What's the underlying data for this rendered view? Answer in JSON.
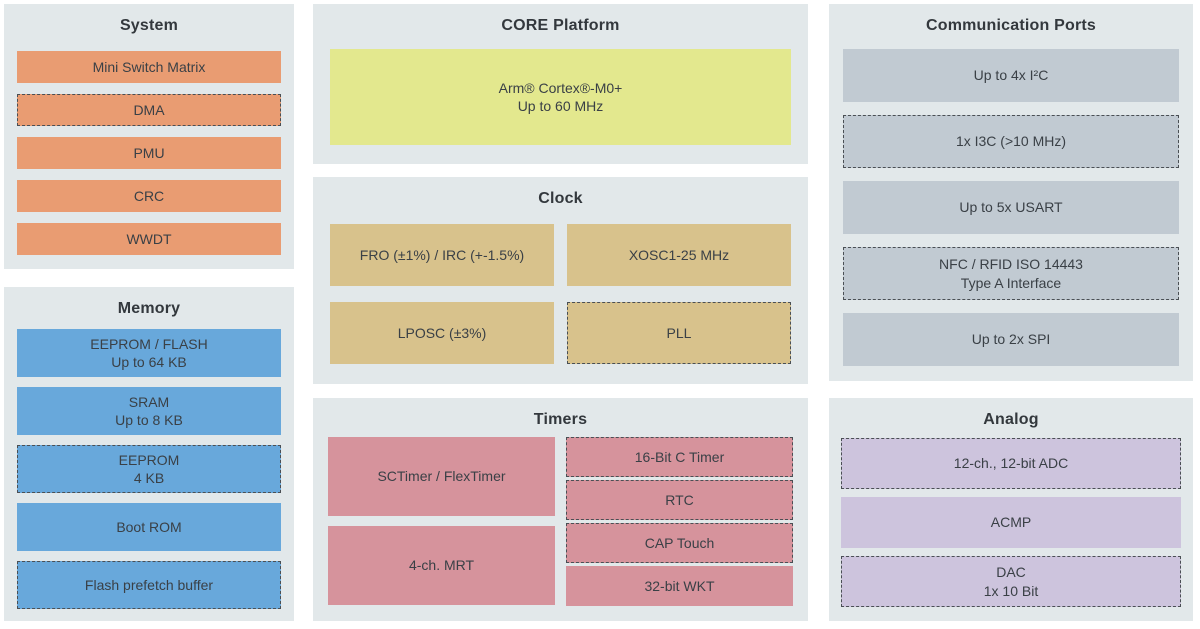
{
  "colors": {
    "page_background": "#FFFFFF",
    "panel_background": "#E2E8EA",
    "dashed_border": "#4A4F54",
    "title_text": "#33383D",
    "block_text": "#3A4046",
    "system_blocks": "#E99C72",
    "memory_blocks": "#68A8DB",
    "core_blocks": "#E3E88E",
    "clock_blocks": "#D8C28C",
    "timers_blocks": "#D6939C",
    "comm_blocks": "#C1CAD2",
    "analog_blocks": "#CDC4DD"
  },
  "diagram": {
    "panels": [
      {
        "id": "system",
        "title": "System",
        "block_color": "#E99C72",
        "blocks": [
          {
            "label": "Mini Switch Matrix",
            "style": "solid"
          },
          {
            "label": "DMA",
            "style": "dashed"
          },
          {
            "label": "PMU",
            "style": "solid"
          },
          {
            "label": "CRC",
            "style": "solid"
          },
          {
            "label": "WWDT",
            "style": "solid"
          }
        ]
      },
      {
        "id": "memory",
        "title": "Memory",
        "block_color": "#68A8DB",
        "blocks": [
          {
            "label": "EEPROM / FLASH\nUp to 64 KB",
            "style": "solid"
          },
          {
            "label": "SRAM\nUp to 8 KB",
            "style": "solid"
          },
          {
            "label": "EEPROM\n4 KB",
            "style": "dashed"
          },
          {
            "label": "Boot ROM",
            "style": "solid"
          },
          {
            "label": "Flash prefetch buffer",
            "style": "dashed"
          }
        ]
      },
      {
        "id": "core",
        "title": "CORE Platform",
        "block_color": "#E3E88E",
        "blocks": [
          {
            "label": "Arm® Cortex®-M0+\nUp to 60 MHz",
            "style": "solid"
          }
        ]
      },
      {
        "id": "clock",
        "title": "Clock",
        "block_color": "#D8C28C",
        "blocks": [
          {
            "label": "FRO (±1%) / IRC (+-1.5%)",
            "style": "solid"
          },
          {
            "label": "XOSC1-25 MHz",
            "style": "solid"
          },
          {
            "label": "LPOSC (±3%)",
            "style": "solid"
          },
          {
            "label": "PLL",
            "style": "dashed"
          }
        ]
      },
      {
        "id": "timers",
        "title": "Timers",
        "block_color": "#D6939C",
        "blocks": [
          {
            "label": "SCTimer / FlexTimer",
            "style": "solid"
          },
          {
            "label": "4-ch. MRT",
            "style": "solid"
          },
          {
            "label": "16-Bit C Timer",
            "style": "dashed"
          },
          {
            "label": "RTC",
            "style": "dashed"
          },
          {
            "label": "CAP Touch",
            "style": "dashed"
          },
          {
            "label": "32-bit WKT",
            "style": "solid"
          }
        ]
      },
      {
        "id": "comm",
        "title": "Communication Ports",
        "block_color": "#C1CAD2",
        "blocks": [
          {
            "label": "Up to 4x I²C",
            "style": "solid"
          },
          {
            "label": "1x I3C (>10 MHz)",
            "style": "dashed"
          },
          {
            "label": "Up to 5x USART",
            "style": "solid"
          },
          {
            "label": "NFC / RFID ISO 14443\nType A Interface",
            "style": "dashed"
          },
          {
            "label": "Up to 2x SPI",
            "style": "solid"
          }
        ]
      },
      {
        "id": "analog",
        "title": "Analog",
        "block_color": "#CDC4DD",
        "blocks": [
          {
            "label": "12-ch., 12-bit ADC",
            "style": "dashed"
          },
          {
            "label": "ACMP",
            "style": "solid"
          },
          {
            "label": "DAC\n1x 10 Bit",
            "style": "dashed"
          }
        ]
      }
    ]
  }
}
